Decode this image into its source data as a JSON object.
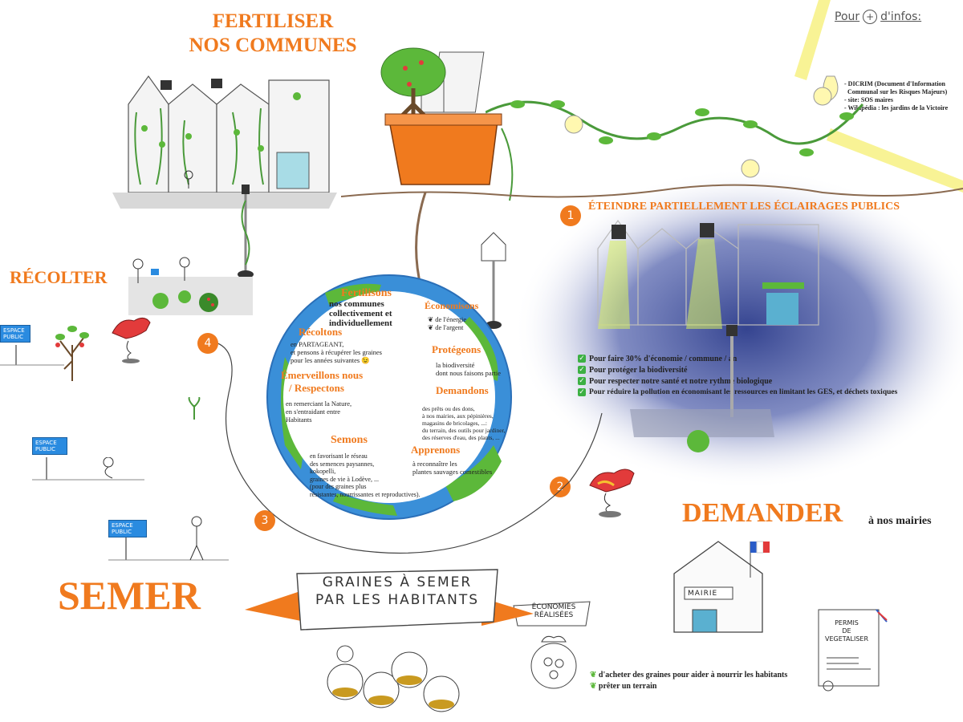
{
  "header": {
    "line1": "FERTILISER",
    "line2": "NOS COMMUNES"
  },
  "info": {
    "title": "Pour",
    "plus": "+",
    "title_end": "d'infos:",
    "items": [
      "- DICRIM (Document d'Information",
      "Communal sur les Risques Majeurs)",
      "- site: SOS maires",
      "- Wikipédia : les jardins de la Victoire"
    ]
  },
  "recolter": "RÉCOLTER",
  "semer": "SEMER",
  "demander": {
    "main": "DEMANDER",
    "sub": "à nos mairies"
  },
  "eteindre": {
    "number": "1",
    "title": "ÉTEINDRE PARTIELLEMENT LES ÉCLAIRAGES PUBLICS",
    "checks": [
      "Pour faire 30% d'économie / commune / an",
      "Pour protéger la biodiversité",
      "Pour respecter notre santé et notre rythme biologique",
      "Pour réduire la pollution en économisant les ressources en limitant les GES, et déchets toxiques"
    ]
  },
  "badges": [
    "1",
    "2",
    "3",
    "4"
  ],
  "circle": {
    "fertilisons": {
      "head": "Fertilisons",
      "text": [
        "nos communes",
        "collectivement et",
        "individuellement"
      ]
    },
    "recoltons": {
      "head": "Récoltons",
      "text": [
        "en PARTAGEANT,",
        "et pensons à récupérer les graines",
        "pour les années suivantes 😉"
      ]
    },
    "emerveillons": {
      "head": "Émerveillons nous",
      "head2": "/ Respectons",
      "text": [
        "en remerciant la Nature,",
        "en s'entraidant entre",
        "Habitants"
      ]
    },
    "semons": {
      "head": "Semons",
      "text": [
        "en favorisant le réseau",
        "des semences paysannes,",
        "kokopelli,",
        "graines de vie à Lodève, ...",
        "(pour des graines plus",
        "résistantes, nourrissantes et reproductives)."
      ]
    },
    "economisons": {
      "head": "Économisons",
      "text": [
        "de l'énergie",
        "de l'argent"
      ]
    },
    "protegeons": {
      "head": "Protégeons",
      "text": [
        "la biodiversité",
        "dont nous faisons partie"
      ]
    },
    "demandons": {
      "head": "Demandons",
      "text": [
        "des prêts ou des dons,",
        "à nos mairies, aux pépinières,",
        "magasins de bricolages, ...:",
        "du terrain, des outils pour jardiner,",
        "des réserves d'eau, des plants, ..."
      ]
    },
    "apprenons": {
      "head": "Apprenons",
      "text": [
        "à reconnaître les",
        "plantes sauvages comestibles"
      ]
    }
  },
  "banner": {
    "line1": "GRAINES À SEMER",
    "line2": "PAR LES HABITANTS"
  },
  "economies": {
    "line1": "ÉCONOMIES",
    "line2": "RÉALISÉES"
  },
  "mairie": {
    "label": "MAIRIE"
  },
  "permis": {
    "line1": "PERMIS",
    "line2": "DE",
    "line3": "VEGETALISER"
  },
  "asks": [
    "d'acheter des graines pour aider à nourrir les habitants",
    "prêter un terrain"
  ],
  "signs": [
    "ESPACE PUBLIC",
    "ESPACE PUBLIC",
    "ESPACE PUBLIC"
  ],
  "colors": {
    "accent": "#f07a1e",
    "earth_blue": "#3a8fd8",
    "earth_green": "#5cb83a",
    "night": "#2a3a8a",
    "check": "#3cb043"
  }
}
